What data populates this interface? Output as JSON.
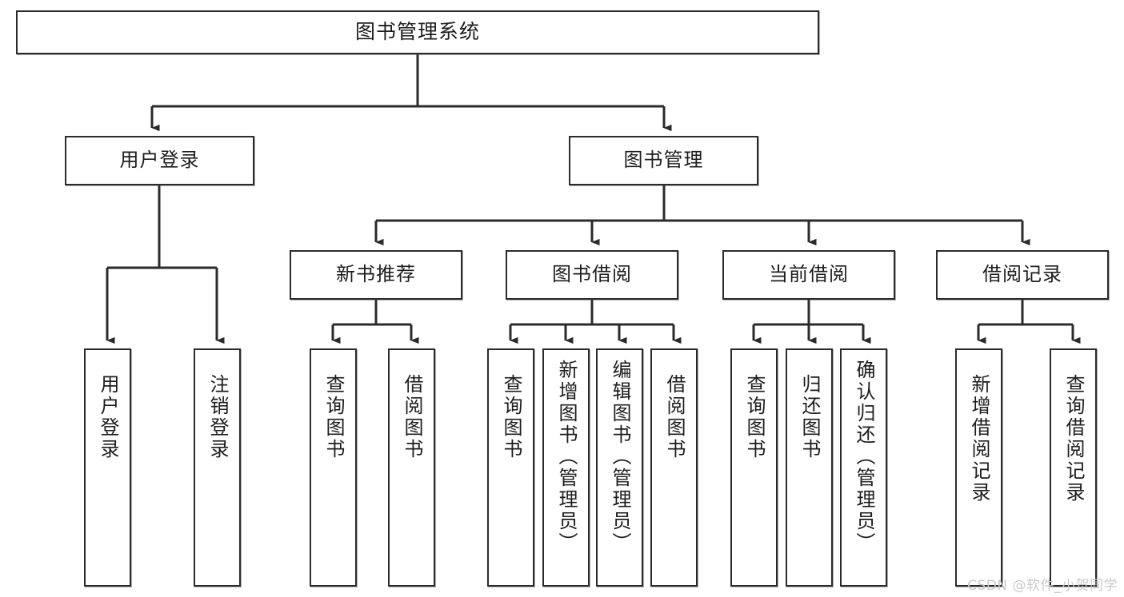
{
  "diagram": {
    "type": "tree",
    "title": "图书管理系统",
    "orientation": "top-down",
    "colors": {
      "box_border": "#2b2b2b",
      "box_fill": "#ffffff",
      "edge": "#2b2b2b",
      "text": "#1d1d1d",
      "watermark": "#c9c9c9"
    },
    "root": {
      "label": "图书管理系统"
    },
    "level2": [
      {
        "label": "用户登录"
      },
      {
        "label": "图书管理"
      }
    ],
    "level3": [
      {
        "label": "新书推荐"
      },
      {
        "label": "图书借阅"
      },
      {
        "label": "当前借阅"
      },
      {
        "label": "借阅记录"
      }
    ],
    "leaves": {
      "user_login": [
        {
          "label": "用户登录"
        },
        {
          "label": "注销登录"
        }
      ],
      "new_book": [
        {
          "label": "查询图书"
        },
        {
          "label": "借阅图书"
        }
      ],
      "book_borrow": [
        {
          "label": "查询图书"
        },
        {
          "label": "新增图书（管理员）"
        },
        {
          "label": "编辑图书（管理员）"
        },
        {
          "label": "借阅图书"
        }
      ],
      "current_borrow": [
        {
          "label": "查询图书"
        },
        {
          "label": "归还图书"
        },
        {
          "label": "确认归还（管理员）"
        }
      ],
      "borrow_record": [
        {
          "label": "新增借阅记录"
        },
        {
          "label": "查询借阅记录"
        }
      ]
    }
  },
  "watermark": {
    "text": "CSDN @软件_小贺同学"
  }
}
